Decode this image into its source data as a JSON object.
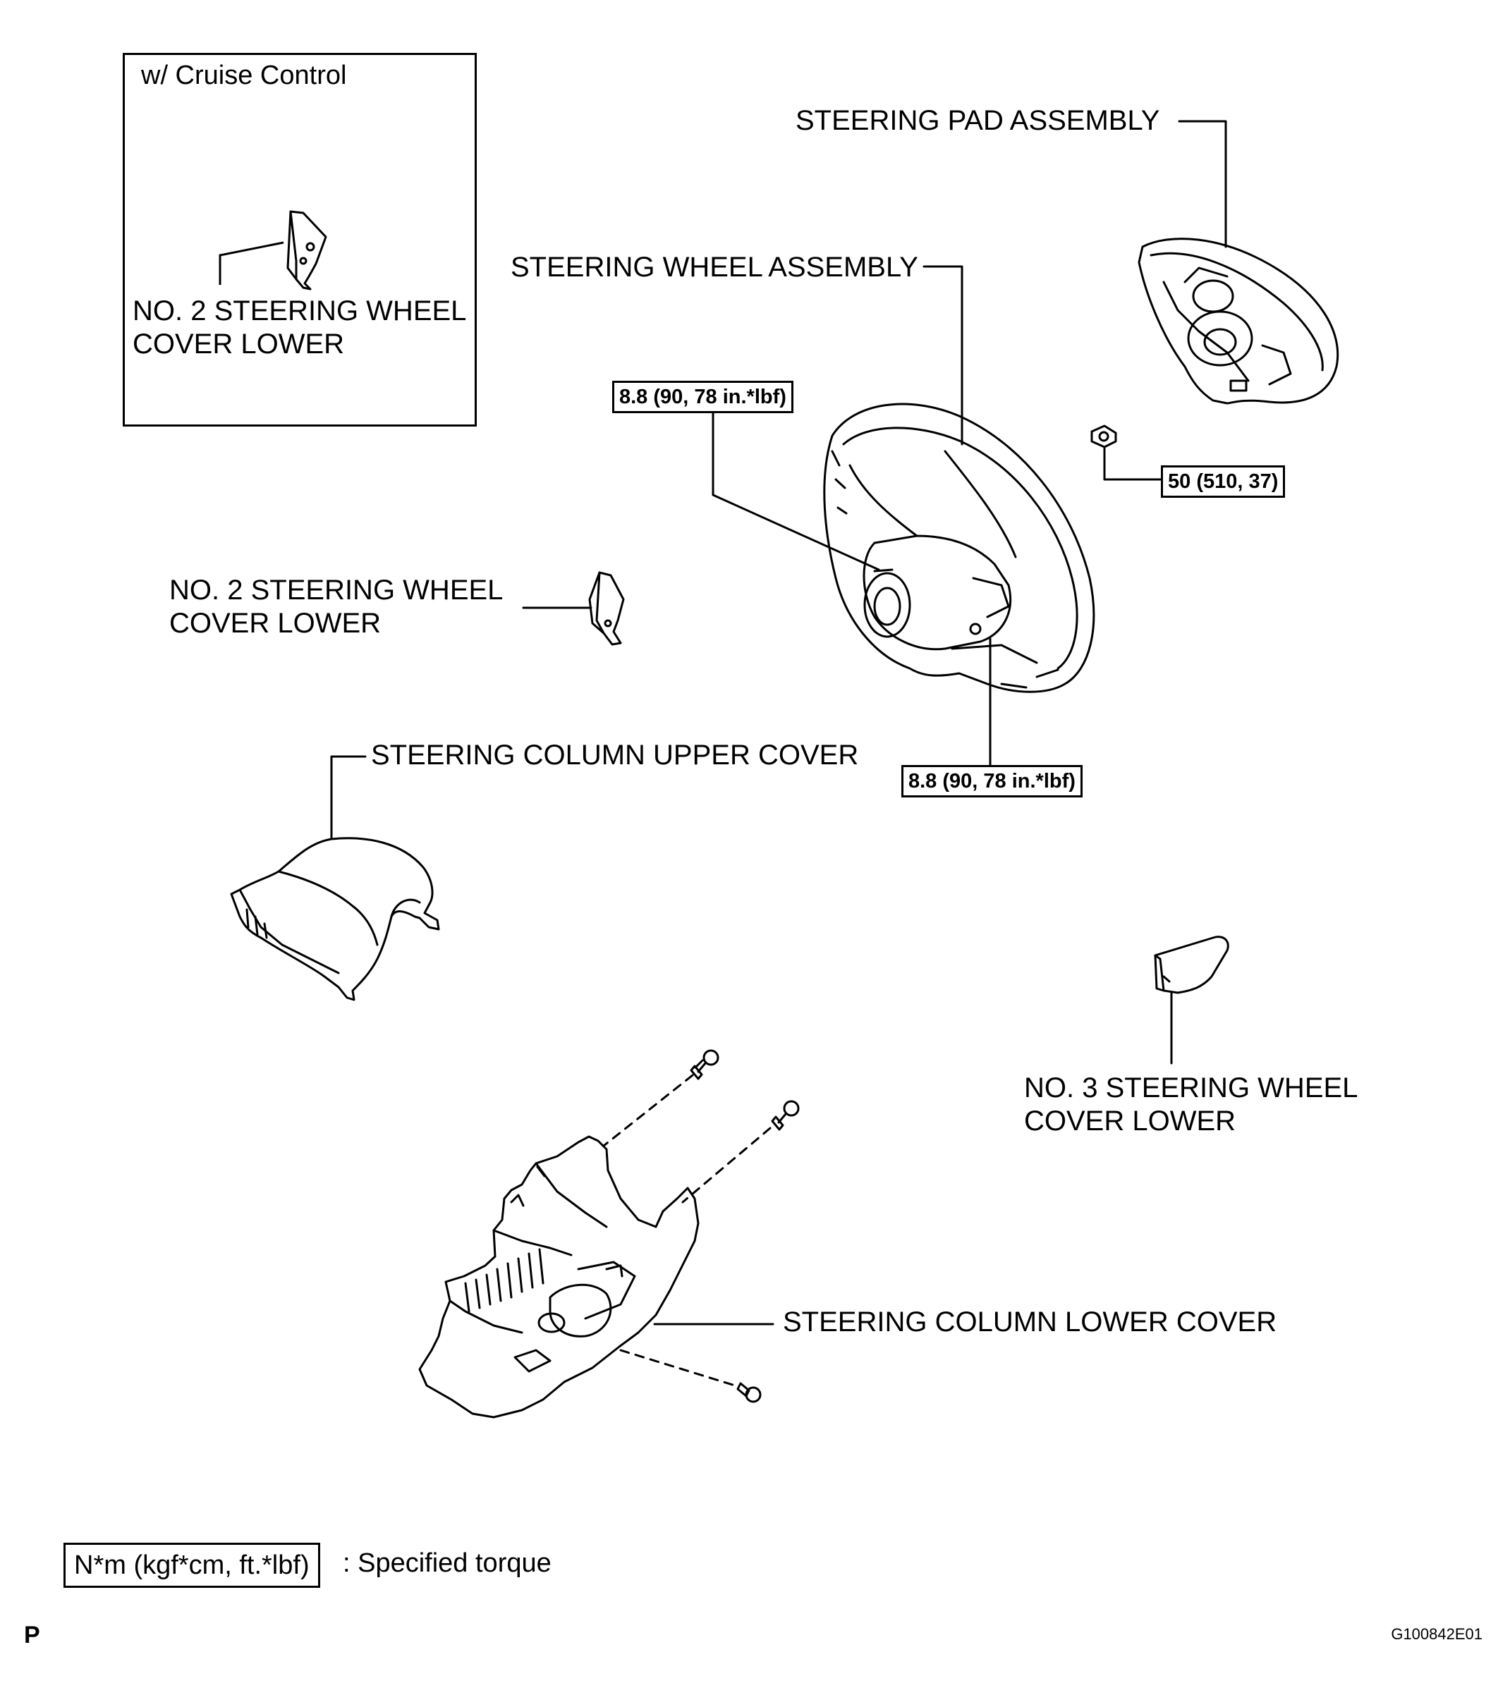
{
  "inset": {
    "title": "w/ Cruise Control",
    "part_label": "NO. 2 STEERING WHEEL\nCOVER LOWER"
  },
  "labels": {
    "steering_pad_assembly": "STEERING PAD ASSEMBLY",
    "steering_wheel_assembly": "STEERING WHEEL ASSEMBLY",
    "no2_cover_lower": "NO. 2 STEERING WHEEL\nCOVER LOWER",
    "column_upper_cover": "STEERING COLUMN UPPER COVER",
    "no3_cover_lower": "NO. 3 STEERING WHEEL\nCOVER LOWER",
    "column_lower_cover": "STEERING COLUMN LOWER COVER"
  },
  "torque": {
    "wheel_upper": "8.8 (90, 78 in.*lbf)",
    "pad_nut": "50 (510, 37)",
    "wheel_lower": "8.8 (90, 78 in.*lbf)"
  },
  "legend": {
    "unit": "N*m (kgf*cm, ft.*lbf)",
    "meaning": ": Specified torque"
  },
  "footer": {
    "page_letter": "P",
    "figure_code": "G100842E01"
  },
  "colors": {
    "line": "#000000",
    "background": "#ffffff"
  }
}
